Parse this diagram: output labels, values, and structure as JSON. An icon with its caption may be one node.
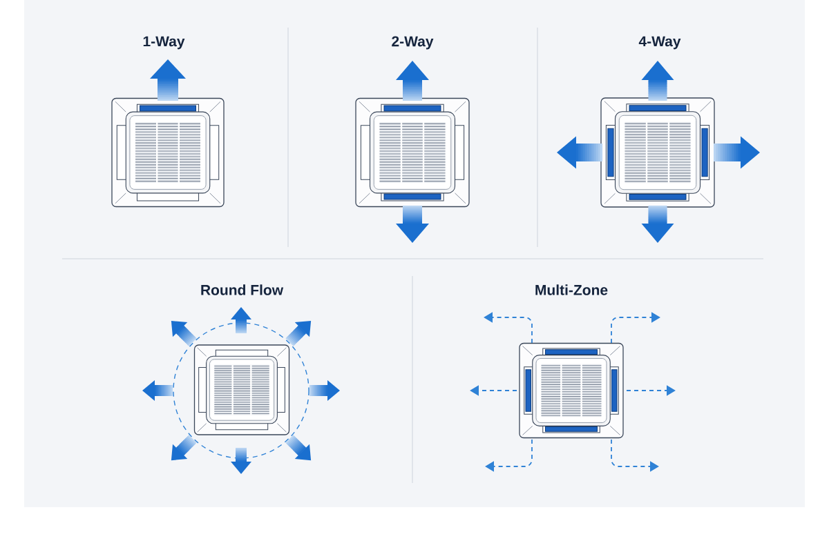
{
  "diagram": {
    "labels": [
      "1-Way",
      "2-Way",
      "4-Way",
      "Round Flow",
      "Multi-Zone"
    ]
  }
}
